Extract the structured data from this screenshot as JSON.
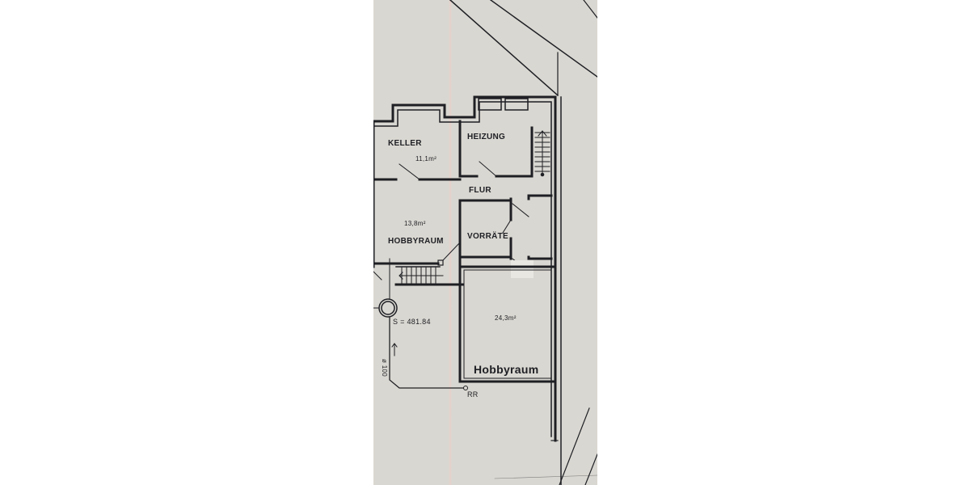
{
  "plan": {
    "rooms": [
      {
        "name": "KELLER",
        "area": "11,1m²"
      },
      {
        "name": "HEIZUNG",
        "area": ""
      },
      {
        "name": "FLUR",
        "area": ""
      },
      {
        "name": "HOBBYRAUM",
        "area": "13,8m²"
      },
      {
        "name": "VORRÄTE",
        "area": ""
      },
      {
        "name": "Hobbyraum",
        "area": "24,3m²"
      }
    ],
    "annotations": {
      "level": "S = 481.84",
      "pipe": "ø 100",
      "drain": "RR"
    },
    "colors": {
      "paper": "#d9d7d1",
      "ink": "#1e1f24"
    }
  }
}
